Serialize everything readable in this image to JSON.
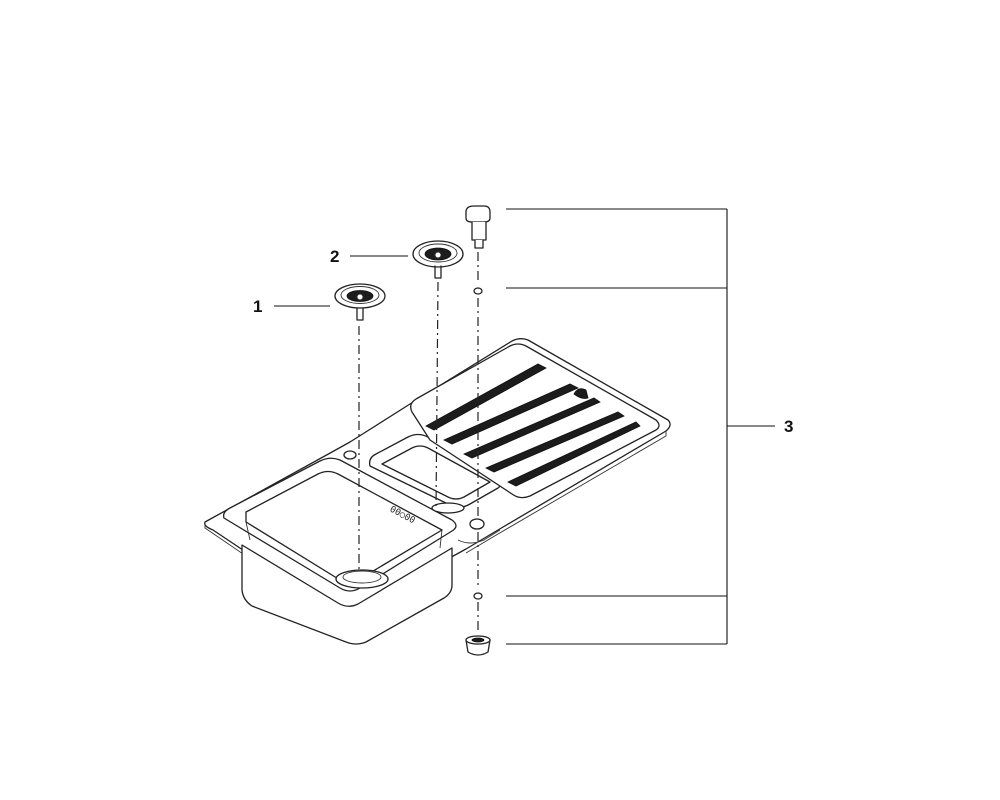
{
  "callouts": {
    "one": "1",
    "two": "2",
    "three": "3"
  },
  "sink_marking": "00○00",
  "colors": {
    "line": "#222222",
    "background": "#ffffff"
  }
}
